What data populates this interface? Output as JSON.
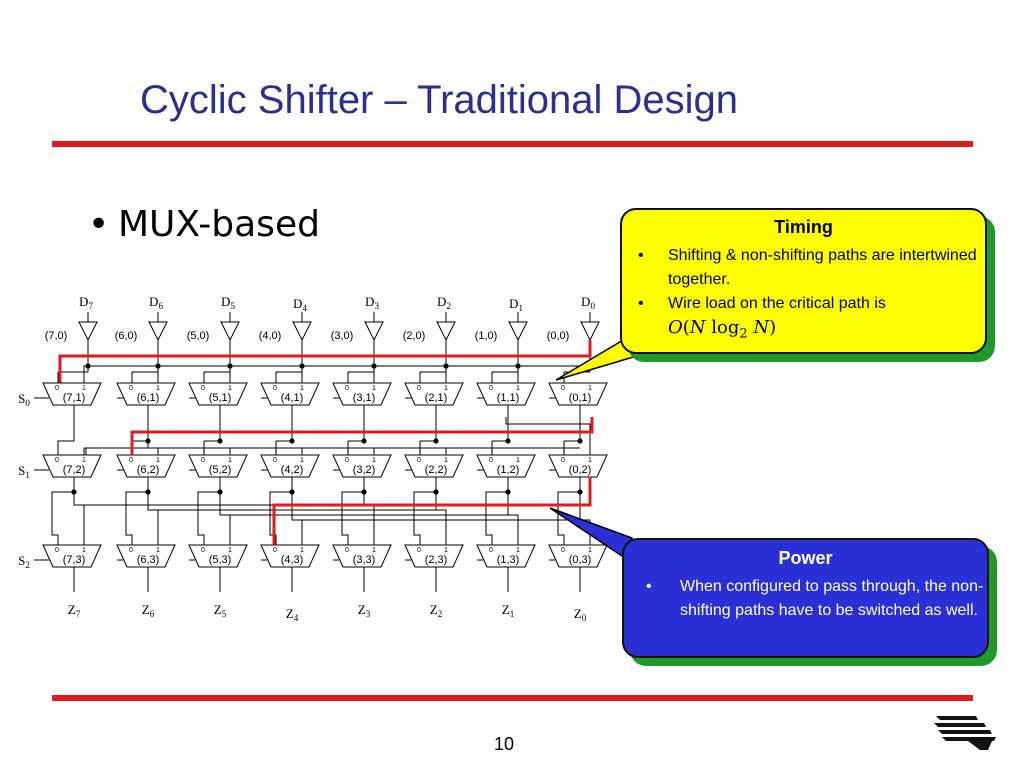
{
  "slide": {
    "title": "Cyclic Shifter – Traditional Design",
    "bullet": "MUX-based",
    "page_number": "10"
  },
  "diagram": {
    "inputs": [
      "D7",
      "D6",
      "D5",
      "D4",
      "D3",
      "D2",
      "D1",
      "D0"
    ],
    "buffers": [
      "(7,0)",
      "(6,0)",
      "(5,0)",
      "(4,0)",
      "(3,0)",
      "(2,0)",
      "(1,0)",
      "(0,0)"
    ],
    "selects": [
      "S0",
      "S1",
      "S2"
    ],
    "mux_rows": [
      [
        "(7,1)",
        "(6,1)",
        "(5,1)",
        "(4,1)",
        "(3,1)",
        "(2,1)",
        "(1,1)",
        "(0,1)"
      ],
      [
        "(7,2)",
        "(6,2)",
        "(5,2)",
        "(4,2)",
        "(3,2)",
        "(2,2)",
        "(1,2)",
        "(0,2)"
      ],
      [
        "(7,3)",
        "(6,3)",
        "(5,3)",
        "(4,3)",
        "(3,3)",
        "(2,3)",
        "(1,3)",
        "(0,3)"
      ]
    ],
    "outputs": [
      "Z7",
      "Z6",
      "Z5",
      "Z4",
      "Z3",
      "Z2",
      "Z1",
      "Z0"
    ],
    "mux_input_labels": [
      "0",
      "1"
    ],
    "highlight_color": "#e11b22",
    "wire_color": "#000000"
  },
  "timing_callout": {
    "heading": "Timing",
    "items": [
      "Shifting & non-shifting paths are intertwined together.",
      "Wire load on the critical path is"
    ],
    "formula": {
      "o": "O",
      "n": "N",
      "log": "log",
      "base": "2",
      "n2": "N"
    },
    "fill_color": "#ffff00",
    "shadow_color": "#1f9a2a"
  },
  "power_callout": {
    "heading": "Power",
    "items": [
      "When configured to pass through, the non-shifting paths have to be switched as well."
    ],
    "fill_color": "#2b2fd6",
    "shadow_color": "#1f9a2a"
  }
}
